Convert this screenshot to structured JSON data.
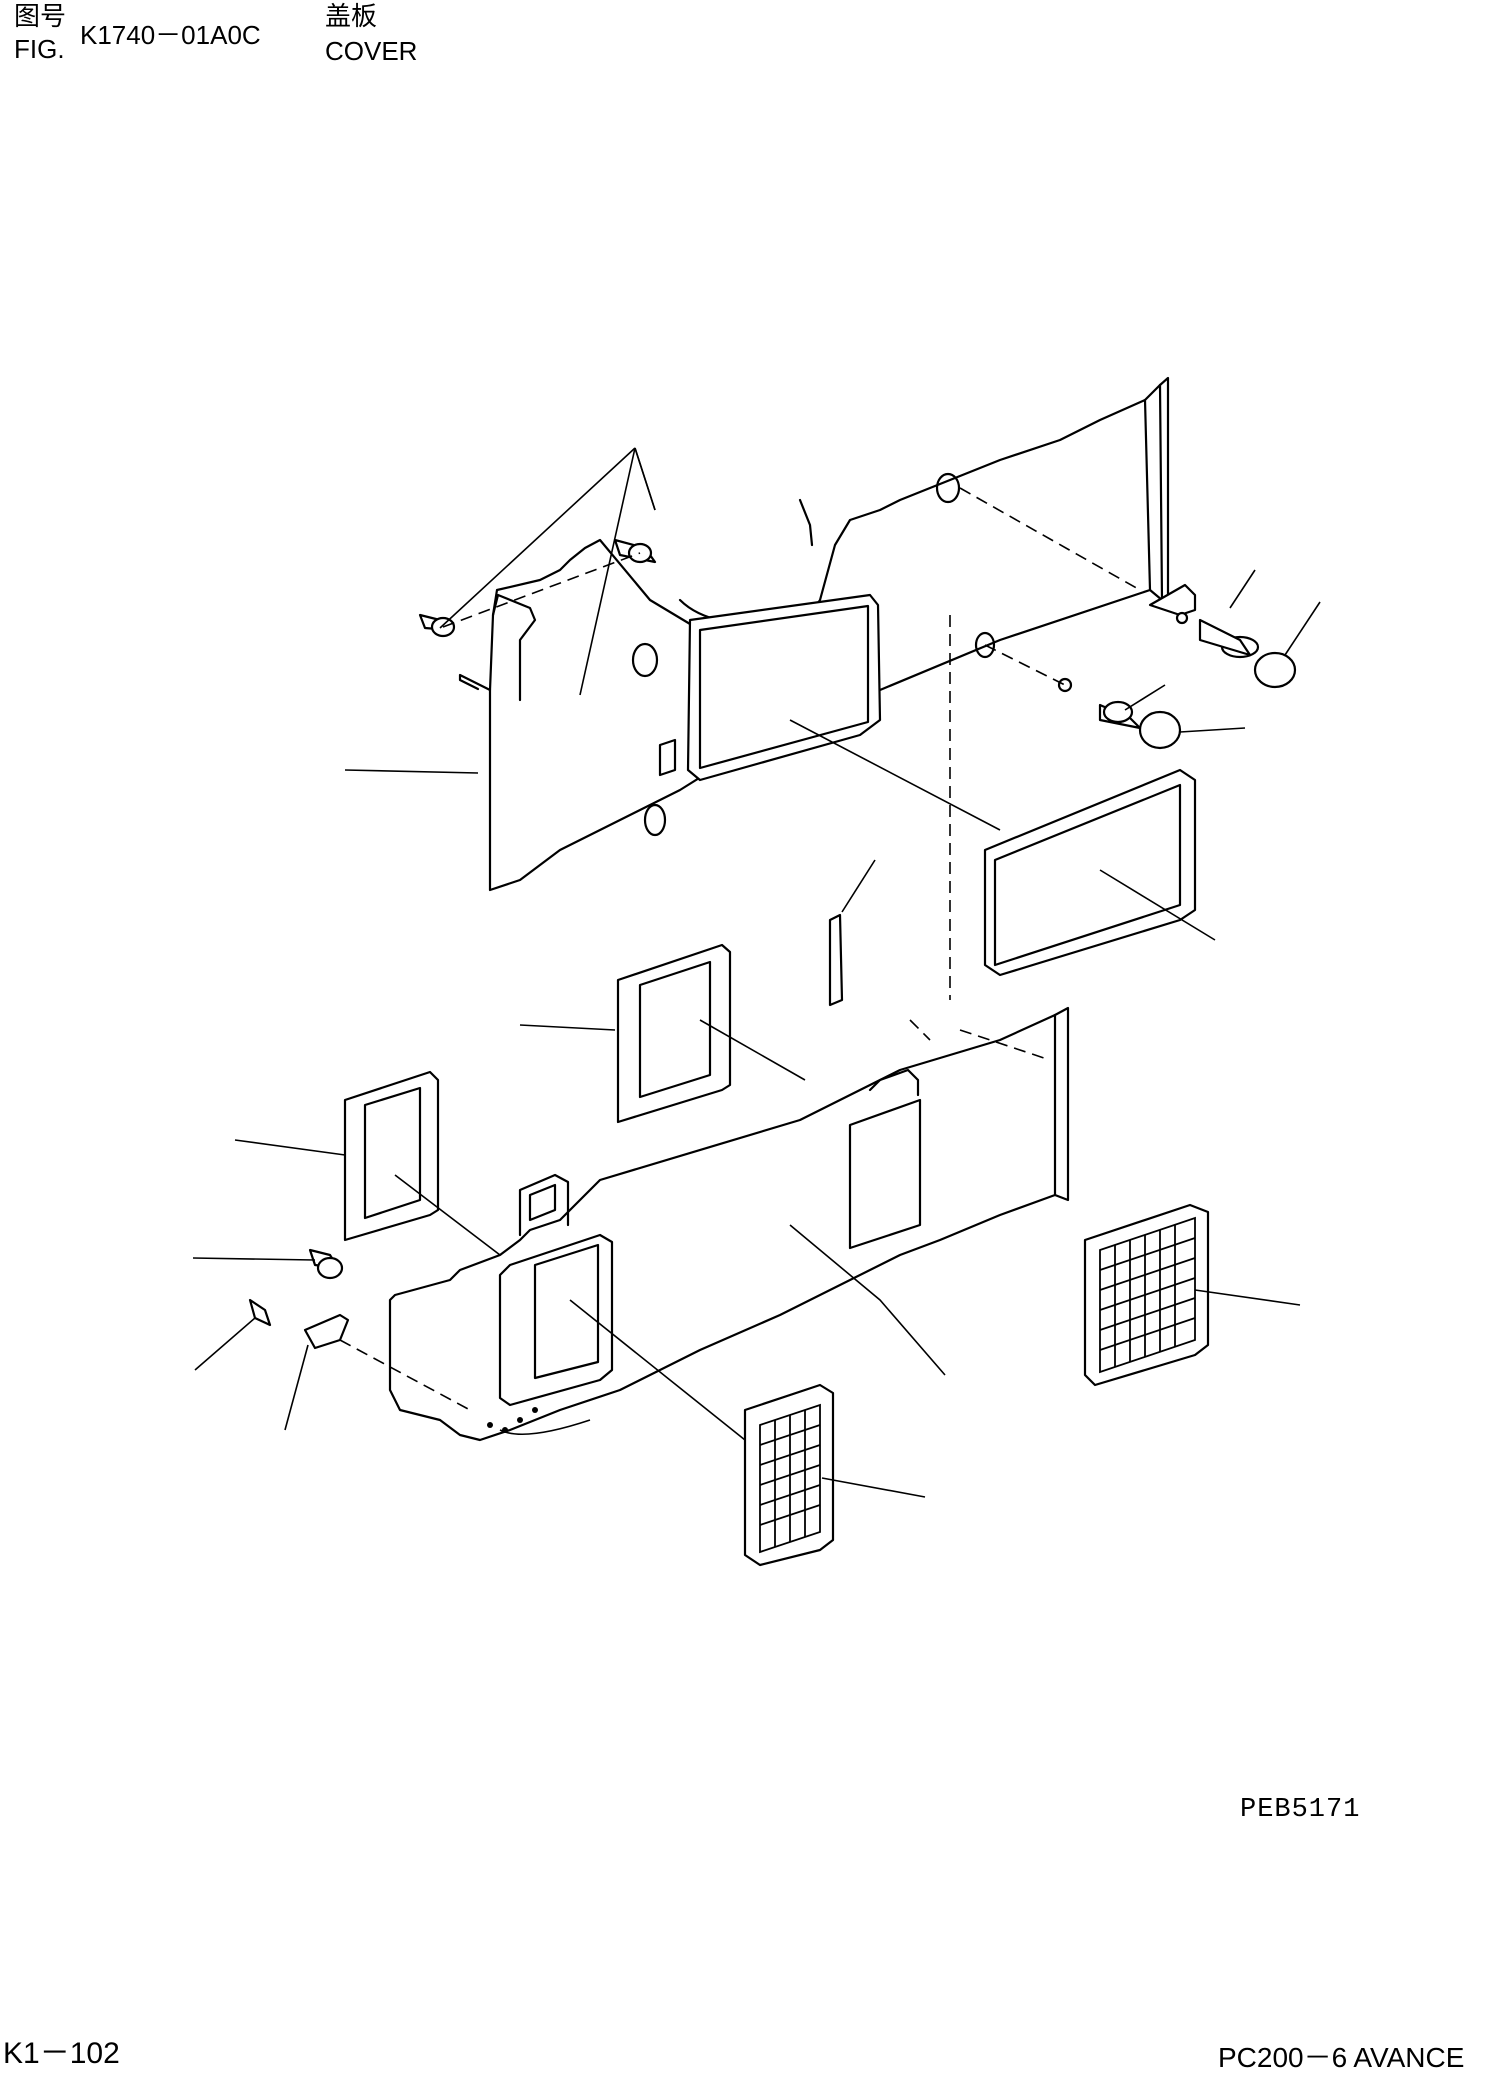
{
  "header": {
    "fig_label_cn": "图号",
    "fig_label_en": "FIG.",
    "fig_number": "K1740－01A0C",
    "title_cn": "盖板",
    "title_en": "COVER"
  },
  "drawing_code": "PEB5171",
  "footer": {
    "page": "K1－102",
    "model": "PC200－6 AVANCE"
  }
}
